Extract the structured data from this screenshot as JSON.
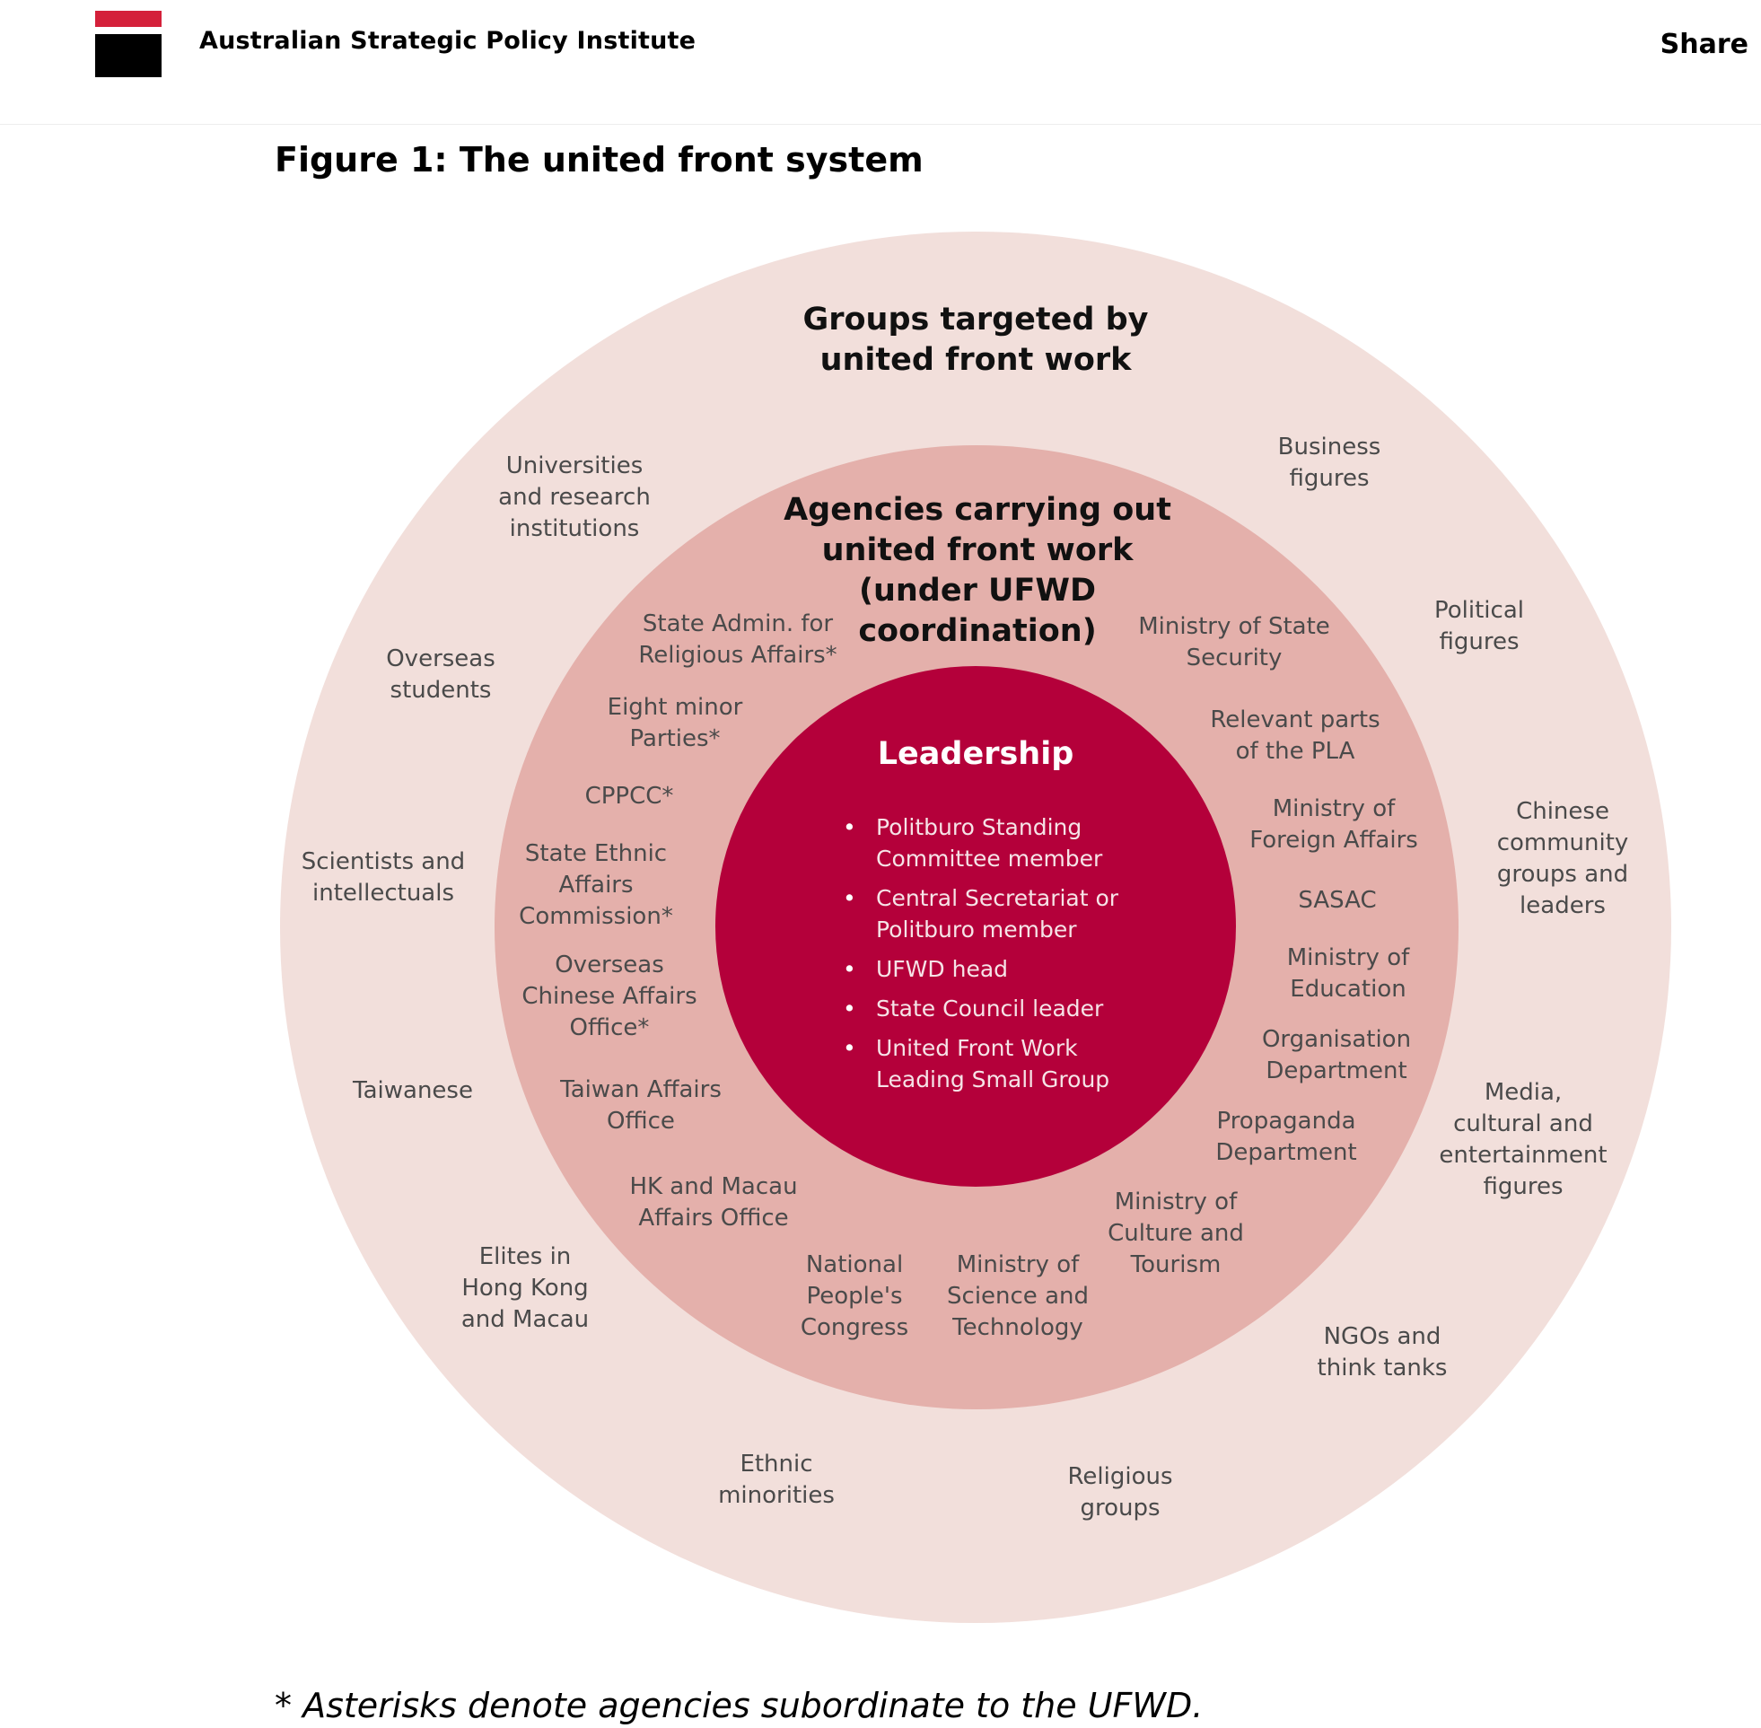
{
  "header": {
    "site_name": "Australian Strategic Policy Institute",
    "share_label": "Share",
    "logo_colors": {
      "top": "#d4203a",
      "bottom": "#000000"
    }
  },
  "figure": {
    "title": "Figure 1: The united front system",
    "footnote": "* Asterisks denote agencies subordinate to the UFWD."
  },
  "colors": {
    "outer_ring": "#f2dfdb",
    "middle_ring": "#e4b0ab",
    "inner_ring": "#b4003a"
  },
  "diagram": {
    "outer_heading": "Groups targeted by\nunited front work",
    "middle_heading": "Agencies carrying out\nunited front work\n(under UFWD\ncoordination)",
    "inner_heading": "Leadership",
    "leadership": [
      "Politburo Standing\nCommittee member",
      "Central Secretariat or\nPolitburo member",
      "UFWD head",
      "State Council leader",
      "United Front Work\nLeading Small Group"
    ],
    "agencies": [
      "State Admin. for\nReligious Affairs*",
      "Eight minor\nParties*",
      "CPPCC*",
      "State Ethnic\nAffairs\nCommission*",
      "Overseas\nChinese Affairs\nOffice*",
      "Taiwan Affairs\nOffice",
      "HK and Macau\nAffairs Office",
      "National\nPeople's\nCongress",
      "Ministry of\nScience and\nTechnology",
      "Ministry of\nCulture and\nTourism",
      "Propaganda\nDepartment",
      "Organisation\nDepartment",
      "Ministry of\nEducation",
      "SASAC",
      "Ministry of\nForeign Affairs",
      "Relevant parts\nof the PLA",
      "Ministry of State\nSecurity"
    ],
    "groups": [
      "Universities\nand research\ninstitutions",
      "Business\nfigures",
      "Overseas\nstudents",
      "Political\nfigures",
      "Scientists and\nintellectuals",
      "Chinese\ncommunity\ngroups and\nleaders",
      "Taiwanese",
      "Media,\ncultural and\nentertainment\nfigures",
      "Elites in\nHong Kong\nand Macau",
      "NGOs and\nthink tanks",
      "Ethnic\nminorities",
      "Religious\ngroups"
    ]
  }
}
